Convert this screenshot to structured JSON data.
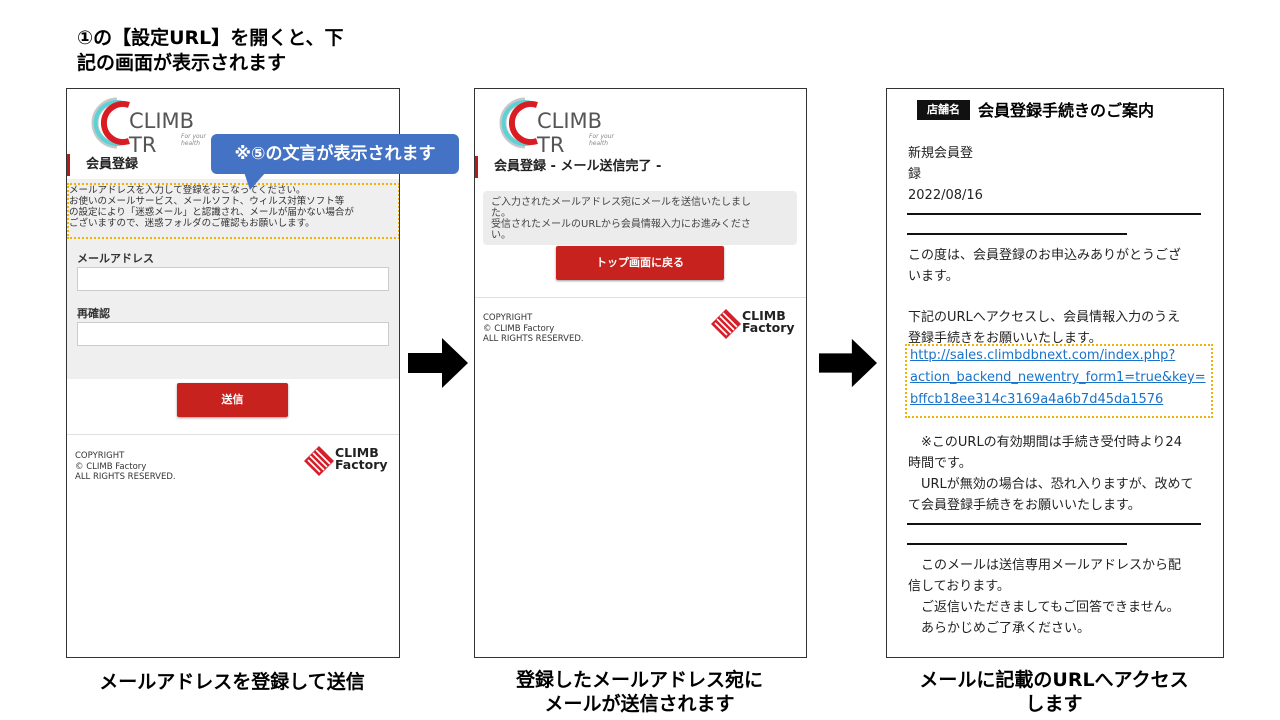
{
  "intro": {
    "line1": "①の【設定URL】を開くと、下",
    "line2": "記の画面が表示されます"
  },
  "callout": {
    "text": "※⑤の文言が表示されます"
  },
  "logo": {
    "name": "CLIMB TR",
    "tagline": "For your health"
  },
  "screen1": {
    "section_title": "会員登録",
    "notice_lines": [
      "メールアドレスを入力して登録をおこなってください。",
      "お使いのメールサービス、メールソフト、ウィルス対策ソフト等",
      "の設定により「迷惑メール」と認識され、メールが届かない場合が",
      "ございますので、迷惑フォルダのご確認もお願いします。"
    ],
    "email_label": "メールアドレス",
    "email_value": "",
    "confirm_label": "再確認",
    "confirm_value": "",
    "submit_label": "送信"
  },
  "screen2": {
    "section_title": "会員登録 - メール送信完了 -",
    "message_lines": [
      "ご入力されたメールアドレス宛にメールを送信いたしまし",
      "た。",
      "受信されたメールのURLから会員情報入力にお進みくださ",
      "い。"
    ],
    "top_button_label": "トップ画面に戻る"
  },
  "footer": {
    "copyright_lines": [
      "COPYRIGHT",
      "© CLIMB Factory",
      "ALL RIGHTS RESERVED."
    ],
    "brand_line1": "CLIMB",
    "brand_line2": "Factory"
  },
  "email": {
    "store_badge": "店舗名",
    "subject": "会員登録手続きのご案内",
    "header_lines": [
      "新規会員登",
      "録",
      "2022/08/16"
    ],
    "para1_lines": [
      "この度は、会員登録のお申込みありがとうござ",
      "います。"
    ],
    "para2_lines": [
      "下記のURLへアクセスし、会員情報入力のうえ",
      "登録手続きをお願いいたします。"
    ],
    "link_lines": [
      "http://sales.climbdbnext.com/index.php?",
      "action_backend_newentry_form1=true&key=",
      "bffcb18ee314c3169a4a6b7d45da1576"
    ],
    "para3_lines": [
      "　※このURLの有効期間は手続き受付時より24",
      "時間です。",
      "　URLが無効の場合は、恐れ入りますが、改めて",
      "て会員登録手続きをお願いいたします。"
    ],
    "para4_lines": [
      "　このメールは送信専用メールアドレスから配",
      "信しております。",
      "　ご返信いただきましてもご回答できません。",
      "　あらかじめご了承ください。"
    ]
  },
  "captions": {
    "c1": "メールアドレスを登録して送信",
    "c2_line1": "登録したメールアドレス宛に",
    "c2_line2": "メールが送信されます",
    "c3_line1": "メールに記載のURLへアクセス",
    "c3_line2": "します"
  },
  "colors": {
    "brand_red": "#c7221e",
    "callout_blue": "#4472c4",
    "highlight_yellow": "#f0b400",
    "link_blue": "#1a73c9"
  }
}
